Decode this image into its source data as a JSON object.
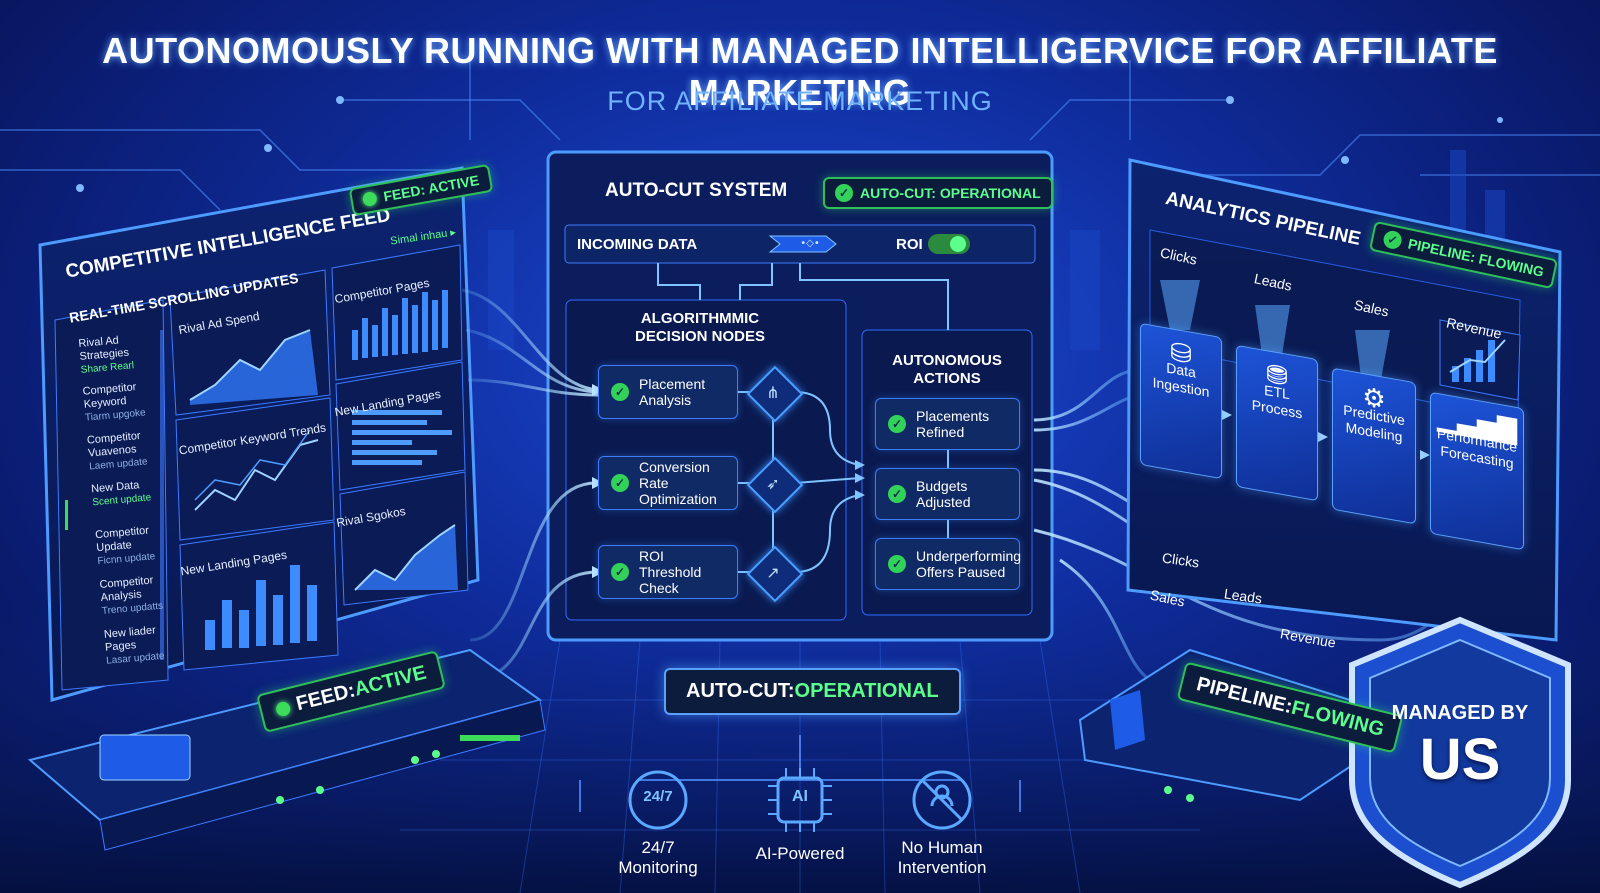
{
  "header": {
    "title": "AUTONOMOUSLY RUNNING WITH MANAGED INTELLIGERVICE FOR AFFILIATE MARKETING",
    "subtitle": "FOR AFFILIATE MARKETING"
  },
  "left_panel": {
    "title": "COMPETITIVE INTELLIGENCE FEED",
    "status": "FEED: ACTIVE",
    "small_link": "Simal inhau",
    "section_title": "REAL-TIME SCROLLING UPDATES",
    "feed_items": [
      {
        "title": "Rival Ad Strategies",
        "sub": "Share Rearl"
      },
      {
        "title": "Competitor Keyword",
        "sub": "Tiarm upgoke"
      },
      {
        "title": "Competitor Vuavenos",
        "sub": "Laem update"
      },
      {
        "title": "New Data",
        "sub": "Scent update"
      },
      {
        "title": "Competitor Update",
        "sub": "Ficnn update"
      },
      {
        "title": "Competitor Analysis",
        "sub": "Treno updatts"
      },
      {
        "title": "New liader Pages",
        "sub": "Lasar update"
      }
    ],
    "charts": {
      "rival_ad_spend": "Rival Ad Spend",
      "competitor_pages": "Competitor Pages",
      "competitor_keyword_trends": "Competitor Keyword Trends",
      "new_landing_pages_h": "New Landing Pages",
      "new_landing_pages_bar": "New Landing Pages",
      "rival_sgokos": "Rival Sgokos"
    }
  },
  "center_panel": {
    "title": "AUTO-CUT SYSTEM",
    "status": "AUTO-CUT: OPERATIONAL",
    "incoming": "INCOMING DATA",
    "roi": "ROI",
    "decision_title_line1": "ALGORITHMMIC",
    "decision_title_line2": "DECISION NODES",
    "decision_nodes": [
      {
        "line1": "Placement",
        "line2": "Analysis"
      },
      {
        "line1": "Conversion Rate",
        "line2": "Optimization"
      },
      {
        "line1": "ROI Threshold",
        "line2": "Check"
      }
    ],
    "actions_title_line1": "AUTONOMOUS",
    "actions_title_line2": "ACTIONS",
    "actions": [
      {
        "line1": "Placements",
        "line2": "Refined"
      },
      {
        "line1": "Budgets",
        "line2": "Adjusted"
      },
      {
        "line1": "Underperforming",
        "line2": "Offers Paused"
      }
    ]
  },
  "right_panel": {
    "title": "ANALYTICS PIPELINE",
    "status": "PIPELINE: FLOWING",
    "sources": [
      "Clicks",
      "Leads",
      "Sales",
      "Revenue"
    ],
    "stages": [
      {
        "line1": "Data",
        "line2": "Ingestion"
      },
      {
        "line1": "ETL",
        "line2": "Process"
      },
      {
        "line1": "Predictive",
        "line2": "Modeling"
      },
      {
        "line1": "Performance",
        "line2": "Forecasting"
      }
    ],
    "flow_labels": [
      "Clicks",
      "Leads",
      "Sales",
      "Revenue"
    ]
  },
  "bases": {
    "feed_prefix": "FEED: ",
    "feed_value": "ACTIVE",
    "autocut_prefix": "AUTO-CUT: ",
    "autocut_value": "OPERATIONAL",
    "pipeline_prefix": "PIPELINE: ",
    "pipeline_value": "FLOWING"
  },
  "features": [
    {
      "icon": "clock-247-icon",
      "icon_text": "24/7",
      "line1": "24/7",
      "line2": "Monitoring"
    },
    {
      "icon": "ai-chip-icon",
      "icon_text": "AI",
      "line1": "AI-Powered",
      "line2": ""
    },
    {
      "icon": "no-human-icon",
      "icon_text": "",
      "line1": "No Human",
      "line2": "Intervention"
    }
  ],
  "shield": {
    "line1": "MANAGED BY",
    "line2": "US"
  },
  "colors": {
    "accent_green": "#5cff8c",
    "accent_blue": "#4aa0ff",
    "panel_dark": "#0a1a44"
  }
}
